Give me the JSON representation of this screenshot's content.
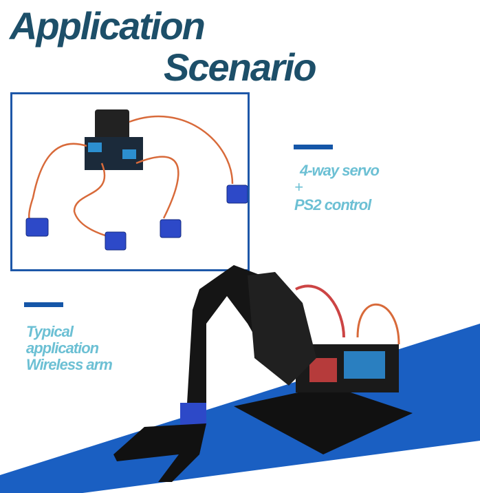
{
  "title": {
    "line1": "Application",
    "line2": "Scenario"
  },
  "feature1": {
    "line1": "4-way servo",
    "line2": "+",
    "line3": "PS2 control"
  },
  "feature2": {
    "line1": "Typical",
    "line2": "application",
    "line3": "Wireless arm"
  },
  "colors": {
    "title": "#1d4f69",
    "accent": "#1556a8",
    "caption": "#6cc0d4"
  }
}
